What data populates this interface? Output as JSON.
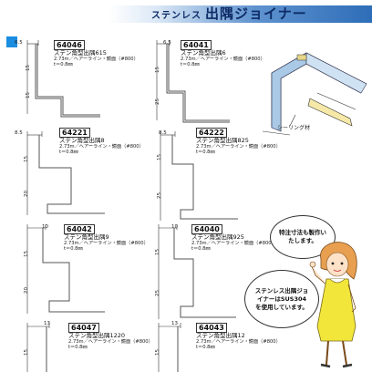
{
  "header": {
    "prefix": "ステンレス",
    "title": "出隅ジョイナー"
  },
  "products": [
    {
      "code": "64046",
      "name": "ステン角型出隅615",
      "spec": "2.73m／ヘアーライン・鏡面（#800）",
      "thick": "t＝0.8㎜",
      "top_dim": "6.5",
      "side_dims": [
        "15",
        "15"
      ]
    },
    {
      "code": "64041",
      "name": "ステン角型出隅6",
      "spec": "2.73m／ヘアーライン・鏡面（#800）",
      "thick": "t＝0.8㎜",
      "top_dim": "6.5",
      "side_dims": [
        "15",
        "25"
      ]
    },
    {
      "code": "64221",
      "name": "ステン角型出隅8",
      "spec": "2.73m／ヘアーライン・鏡面（#800）",
      "thick": "t＝0.8㎜",
      "top_dim": "8.5",
      "side_dims": [
        "15",
        "20"
      ]
    },
    {
      "code": "64222",
      "name": "ステン角型出隅825",
      "spec": "2.73m／ヘアーライン・鏡面（#800）",
      "thick": "t＝0.8㎜",
      "top_dim": "8.5",
      "side_dims": [
        "15",
        "25"
      ]
    },
    {
      "code": "64042",
      "name": "ステン角型出隅9",
      "spec": "2.73m／ヘアーライン・鏡面（#800）",
      "thick": "t＝0.8㎜",
      "top_dim": "10",
      "side_dims": [
        "15",
        "20"
      ]
    },
    {
      "code": "64040",
      "name": "ステン角型出隅925",
      "spec": "2.73m／ヘアーライン・鏡面（#800）",
      "thick": "t＝0.8㎜",
      "top_dim": "10",
      "side_dims": [
        "15",
        "25"
      ]
    },
    {
      "code": "64047",
      "name": "ステン角型出隅1220",
      "spec": "2.73m／ヘアーライン・鏡面（#800）",
      "thick": "t＝0.8㎜",
      "top_dim": "13",
      "side_dims": [
        "15"
      ]
    },
    {
      "code": "64043",
      "name": "ステン角型出隅12",
      "spec": "2.73m／ヘアーライン・鏡面（#800）",
      "thick": "t＝0.8㎜",
      "top_dim": "13",
      "side_dims": [
        "15"
      ]
    }
  ],
  "sketch": {
    "label_sealing": "シーリング材"
  },
  "bubbles": {
    "top": "特注寸法も製作いたします。",
    "bottom": "ステンレス出隅ジョイナーはSUS304を使用しています。"
  },
  "colors": {
    "accent_square": "#1a8de0",
    "header_text": "#0d2b66",
    "dress": "#f2e63a"
  }
}
